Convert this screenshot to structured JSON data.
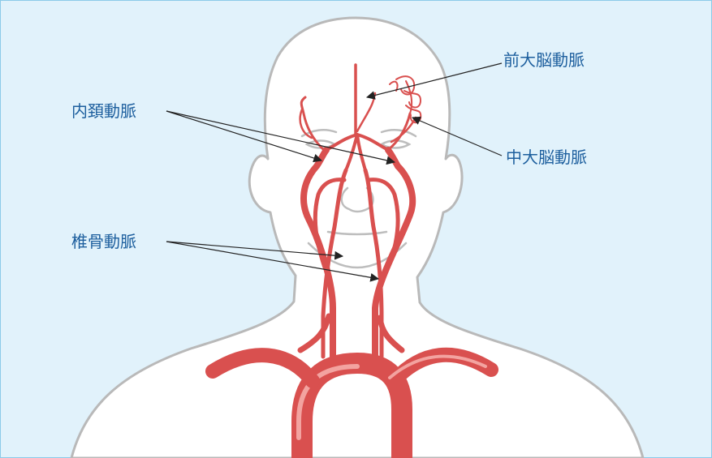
{
  "labels": {
    "anterior_cerebral": "前大脳動脈",
    "internal_carotid": "内頚動脈",
    "middle_cerebral": "中大脳動脈",
    "vertebral": "椎骨動脈"
  },
  "colors": {
    "background": "#e1f2fb",
    "frame": "#8ccbe9",
    "body_fill": "#ffffff",
    "body_outline": "#b9b9b9",
    "artery": "#d9504f",
    "label_text": "#1d5f9e",
    "leader_line": "#222222"
  }
}
